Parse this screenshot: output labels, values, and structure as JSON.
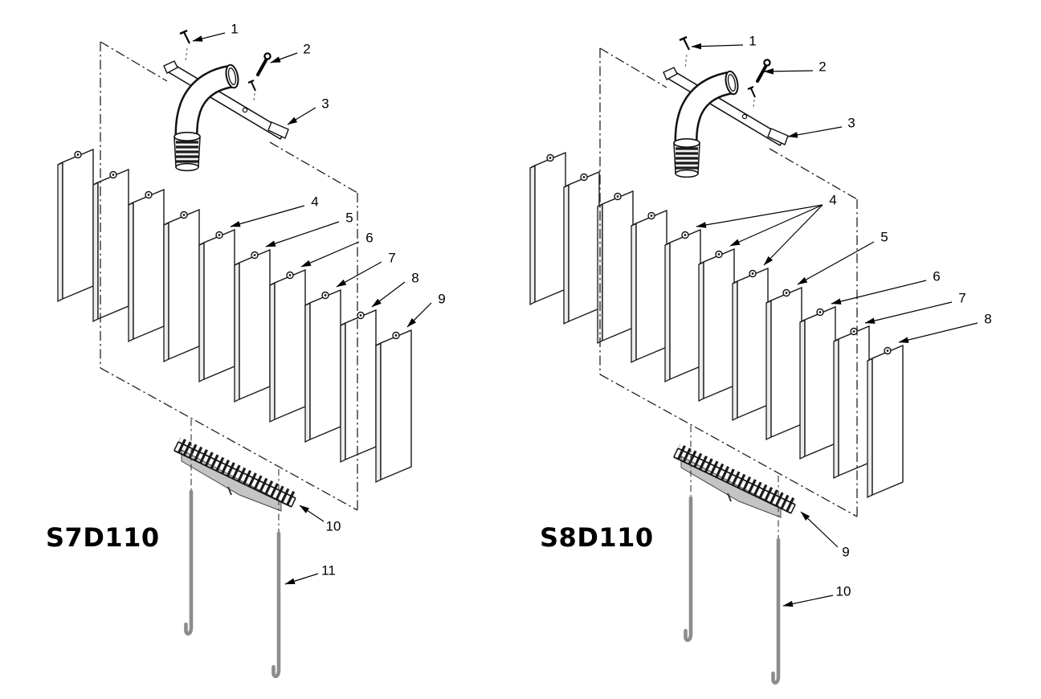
{
  "diagrams": [
    {
      "model": "S7D110",
      "plate_count": 10,
      "callouts": [
        "1",
        "2",
        "3",
        "4",
        "5",
        "6",
        "7",
        "8",
        "9",
        "10",
        "11"
      ]
    },
    {
      "model": "S8D110",
      "plate_count": 11,
      "callouts": [
        "1",
        "2",
        "3",
        "4",
        "5",
        "6",
        "7",
        "8",
        "9",
        "10"
      ]
    }
  ],
  "colors": {
    "line": "#1a1a1a",
    "rod_gray": "#8d8d8d",
    "grate_gray": "#c4c4c4",
    "plate_fill": "#ffffff",
    "background": "#ffffff"
  }
}
